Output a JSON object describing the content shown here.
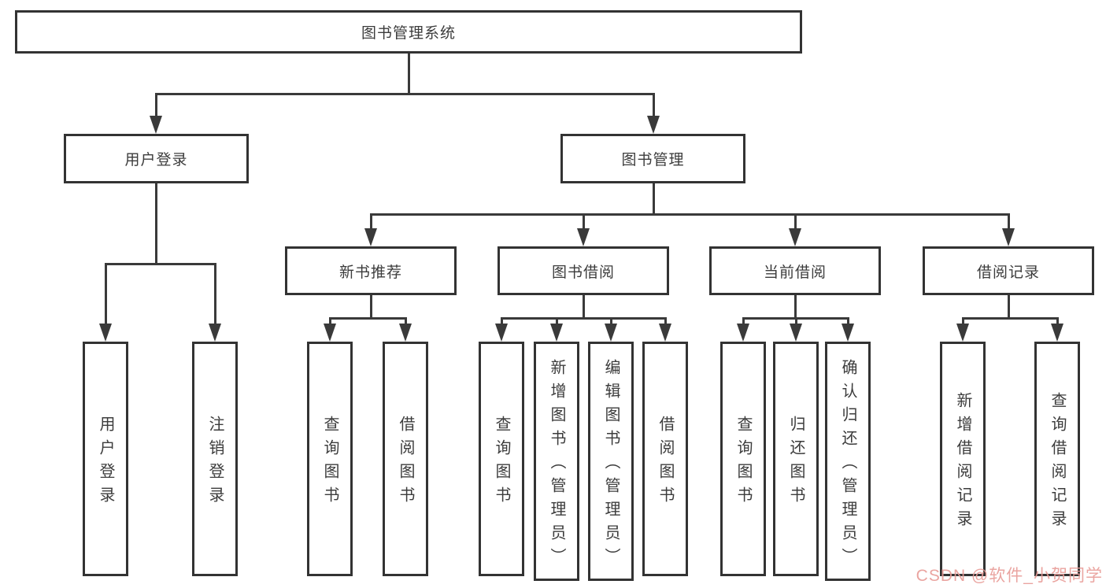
{
  "colors": {
    "background": "#ffffff",
    "line": "#3a3a3a",
    "border": "#333333",
    "text": "#3c3c3c",
    "watermark": "#e89b96"
  },
  "nodes": {
    "system": "图书管理系统",
    "user_login": "用户登录",
    "book_mgmt": "图书管理",
    "new_book_rec": "新书推荐",
    "book_borrow": "图书借阅",
    "current_borrow": "当前借阅",
    "borrow_record": "借阅记录",
    "leaves": {
      "user_login": "用户登录",
      "logout": "注销登录",
      "rec_query": "查询图书",
      "rec_borrow": "借阅图书",
      "bb_query": "查询图书",
      "bb_add": "新增图书（管理员）",
      "bb_edit": "编辑图书（管理员）",
      "bb_borrow": "借阅图书",
      "cb_query": "查询图书",
      "cb_return": "归还图书",
      "cb_confirm": "确认归还（管理员）",
      "br_add": "新增借阅记录",
      "br_query": "查询借阅记录"
    }
  },
  "watermark": {
    "text": "CSDN @软件_小贺同学"
  }
}
